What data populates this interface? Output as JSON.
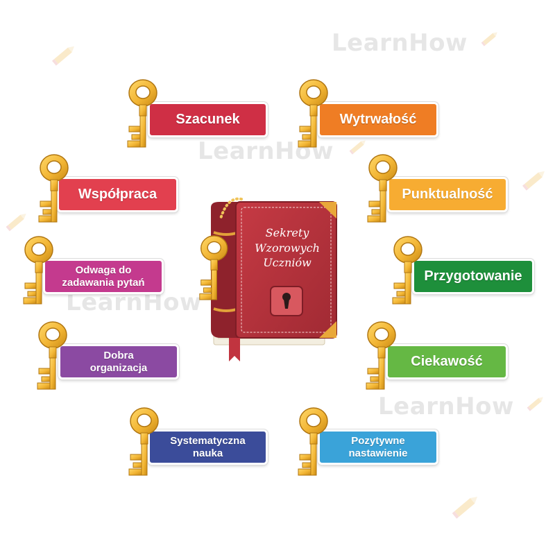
{
  "watermark": "LearnHow",
  "book": {
    "title": "Sekrety\nWzorowych\nUczniów"
  },
  "cards": [
    {
      "label": "Szacunek",
      "color": "#cf2f45"
    },
    {
      "label": "Wytrwałość",
      "color": "#ef7d24"
    },
    {
      "label": "Współpraca",
      "color": "#e2404f"
    },
    {
      "label": "Punktualność",
      "color": "#f7ac32"
    },
    {
      "label": "Odwaga do\nzadawania pytań",
      "color": "#c43a8e"
    },
    {
      "label": "Przygotowanie",
      "color": "#1e8f3b"
    },
    {
      "label": "Dobra\norganizacja",
      "color": "#8b4aa2"
    },
    {
      "label": "Ciekawość",
      "color": "#65b844"
    },
    {
      "label": "Systematyczna\nnauka",
      "color": "#3b4c9a"
    },
    {
      "label": "Pozytywne\nnastawienie",
      "color": "#3aa3d9"
    }
  ],
  "colors": {
    "key_gold": "#f2b534",
    "key_dark": "#c98a14",
    "book_red": "#b5303a",
    "book_dark": "#7e1d26"
  },
  "icons": [
    "key-icon",
    "book-icon",
    "keyhole-icon",
    "pencil-icon"
  ]
}
